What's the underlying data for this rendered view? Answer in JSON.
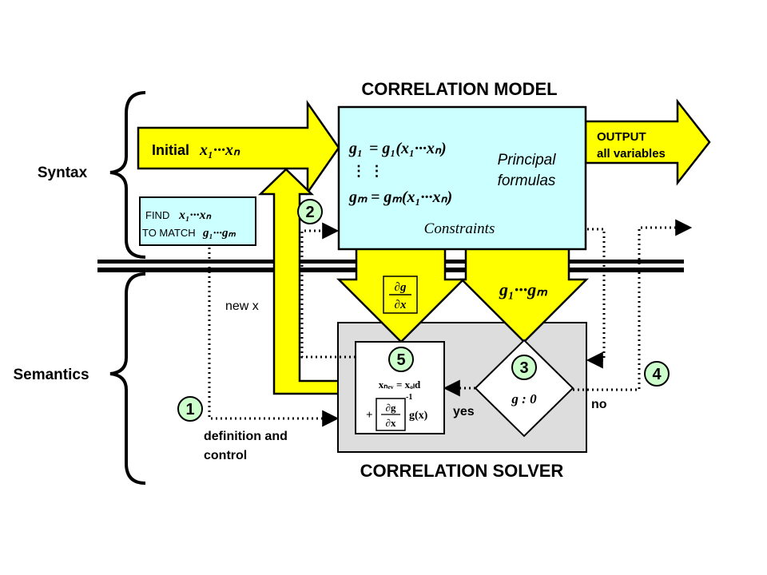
{
  "title": "CORRELATION MODEL",
  "solver_title": "CORRELATION SOLVER",
  "layers": {
    "syntax": "Syntax",
    "semantics": "Semantics"
  },
  "input_arrow": {
    "label": "Initial",
    "vars": "x₁···xₙ"
  },
  "output_arrow": {
    "line1": "OUTPUT",
    "line2": "all variables"
  },
  "find_box": {
    "find_label": "FIND",
    "find_vars": "x₁···xₙ",
    "match_label": "TO MATCH",
    "match_vars": "g₁···gₘ"
  },
  "model_box": {
    "eq1_lhs": "g₁",
    "eq1_rhs": "= g₁(x₁···xₙ)",
    "dots": "⋮       ⋮",
    "eqm_lhs": "gₘ",
    "eqm_rhs": "= gₘ(x₁···xₙ)",
    "principal_line1": "Principal",
    "principal_line2": "formulas",
    "constraints": "Constraints"
  },
  "jacobian_label": {
    "numerator": "∂g",
    "denominator": "∂x"
  },
  "g_label": "g₁···gₘ",
  "update_box": {
    "line1": "xₙₑᵥ = xₒₗd",
    "plus": "+",
    "frac_num": "∂g",
    "frac_den": "∂x",
    "exponent": "-1",
    "tail": "g(x)"
  },
  "decision": {
    "text": "g : 0"
  },
  "labels": {
    "new_x": "new x",
    "yes": "yes",
    "no": "no",
    "definition_line1": "definition and",
    "definition_line2": "control"
  },
  "badges": [
    "1",
    "2",
    "3",
    "4",
    "5"
  ],
  "colors": {
    "arrow_yellow": "#ffff00",
    "model_cyan": "#ccffff",
    "solver_gray": "#dddddd",
    "badge_green": "#ccffcc",
    "ink": "#000000"
  }
}
